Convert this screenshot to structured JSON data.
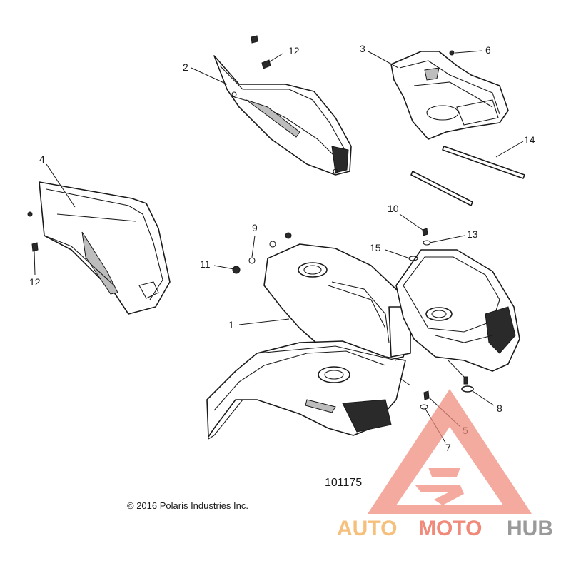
{
  "callouts": {
    "c1": "1",
    "c2": "2",
    "c3": "3",
    "c4": "4",
    "c5": "5",
    "c6": "6",
    "c7": "7",
    "c8": "8",
    "c9": "9",
    "c10": "10",
    "c11": "11",
    "c12a": "12",
    "c12b": "12",
    "c13": "13",
    "c14": "14",
    "c15": "15"
  },
  "drawing_number": "101175",
  "copyright": "© 2016 Polaris Industries Inc.",
  "watermark": {
    "part1": "AUTO",
    "part2": "MOTO",
    "part3": "HUB",
    "colors": {
      "auto": "#f6c07c",
      "moto": "#f08a7a",
      "hub": "#9a9a9a",
      "logo": "#f08a7a"
    }
  }
}
